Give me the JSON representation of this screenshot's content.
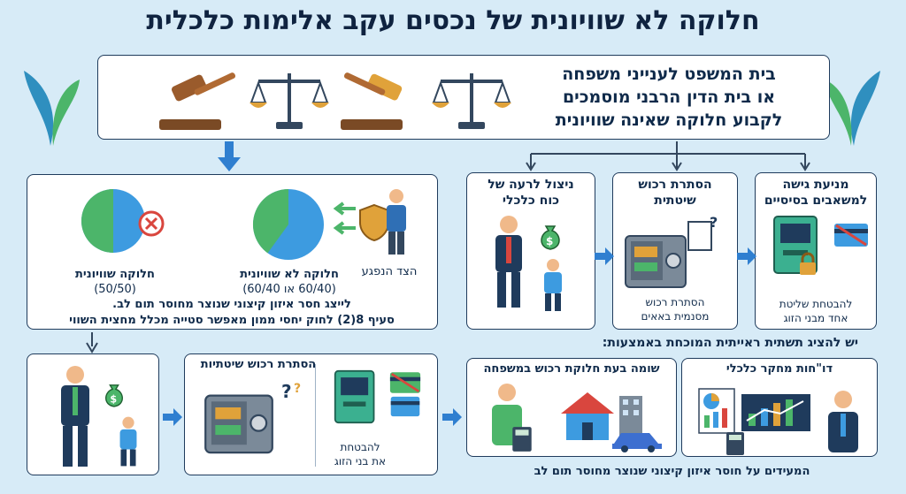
{
  "title": "חלוקה לא שוויונית של נכסים עקב אלימות כלכלית",
  "top": {
    "text_lines": [
      "בית המשפט לענייני משפחה",
      "או בית הדין הרבני מוסמכים",
      "לקבוע חלוקה שאינה שוויונית"
    ]
  },
  "reasons": [
    {
      "title_lines": [
        "מניעת גישה",
        "למשאבים בסיסיים"
      ],
      "caption_lines": [
        "להבטחת שליטת",
        "אחד מבני הזוג"
      ]
    },
    {
      "title_lines": [
        "הסתרת רכוש",
        "שיטתית"
      ],
      "caption_lines": [
        "הסתרת רכוש",
        "מסנמית באאים"
      ]
    },
    {
      "title_lines": [
        "ניצול לרעה של",
        "כוח כלכלי"
      ],
      "caption_lines": []
    }
  ],
  "division": {
    "pie_unequal_label_lines": [
      "חלוקה לא שוויונית",
      "(60/40 או 60/40)"
    ],
    "pie_equal_label_lines": [
      "חלוקה שוויונית",
      "(50/50)"
    ],
    "injured_party": "הצד הנפגע",
    "body_lines": [
      "לייצג חסר איזון קיצוני שנוצר מחוסר תום לב.",
      "סעיף 8(2) לחוק יחסי ממון מאפשר סטייה מכלל מחצית השווי"
    ],
    "colors": {
      "blue": "#3d9be0",
      "green": "#4cb56a",
      "red": "#d9463e"
    }
  },
  "bottom_left": {
    "hiding_label": "הסתרת רכוש שיטתיות",
    "protect_lines": [
      "להבטחת",
      "את בני הזוג"
    ]
  },
  "evidence": {
    "heading": "יש להציג תשתית ראייתית המוכחת באמצעות:",
    "cards": [
      {
        "title": "דו\"חות מחקר כלכלי"
      },
      {
        "title": "שומה בעת חלוקת רכוש במשפחה"
      }
    ],
    "footer": "המעידים על חוסר איזון קיצוני שנוצר מחוסר תום לב"
  },
  "icons": [
    "gavel-icon",
    "scales-icon",
    "shield-icon",
    "money-bag-icon",
    "safe-icon",
    "atm-icon",
    "credit-card-icon",
    "house-icon",
    "car-icon",
    "calculator-icon",
    "chart-icon",
    "person-icon"
  ]
}
